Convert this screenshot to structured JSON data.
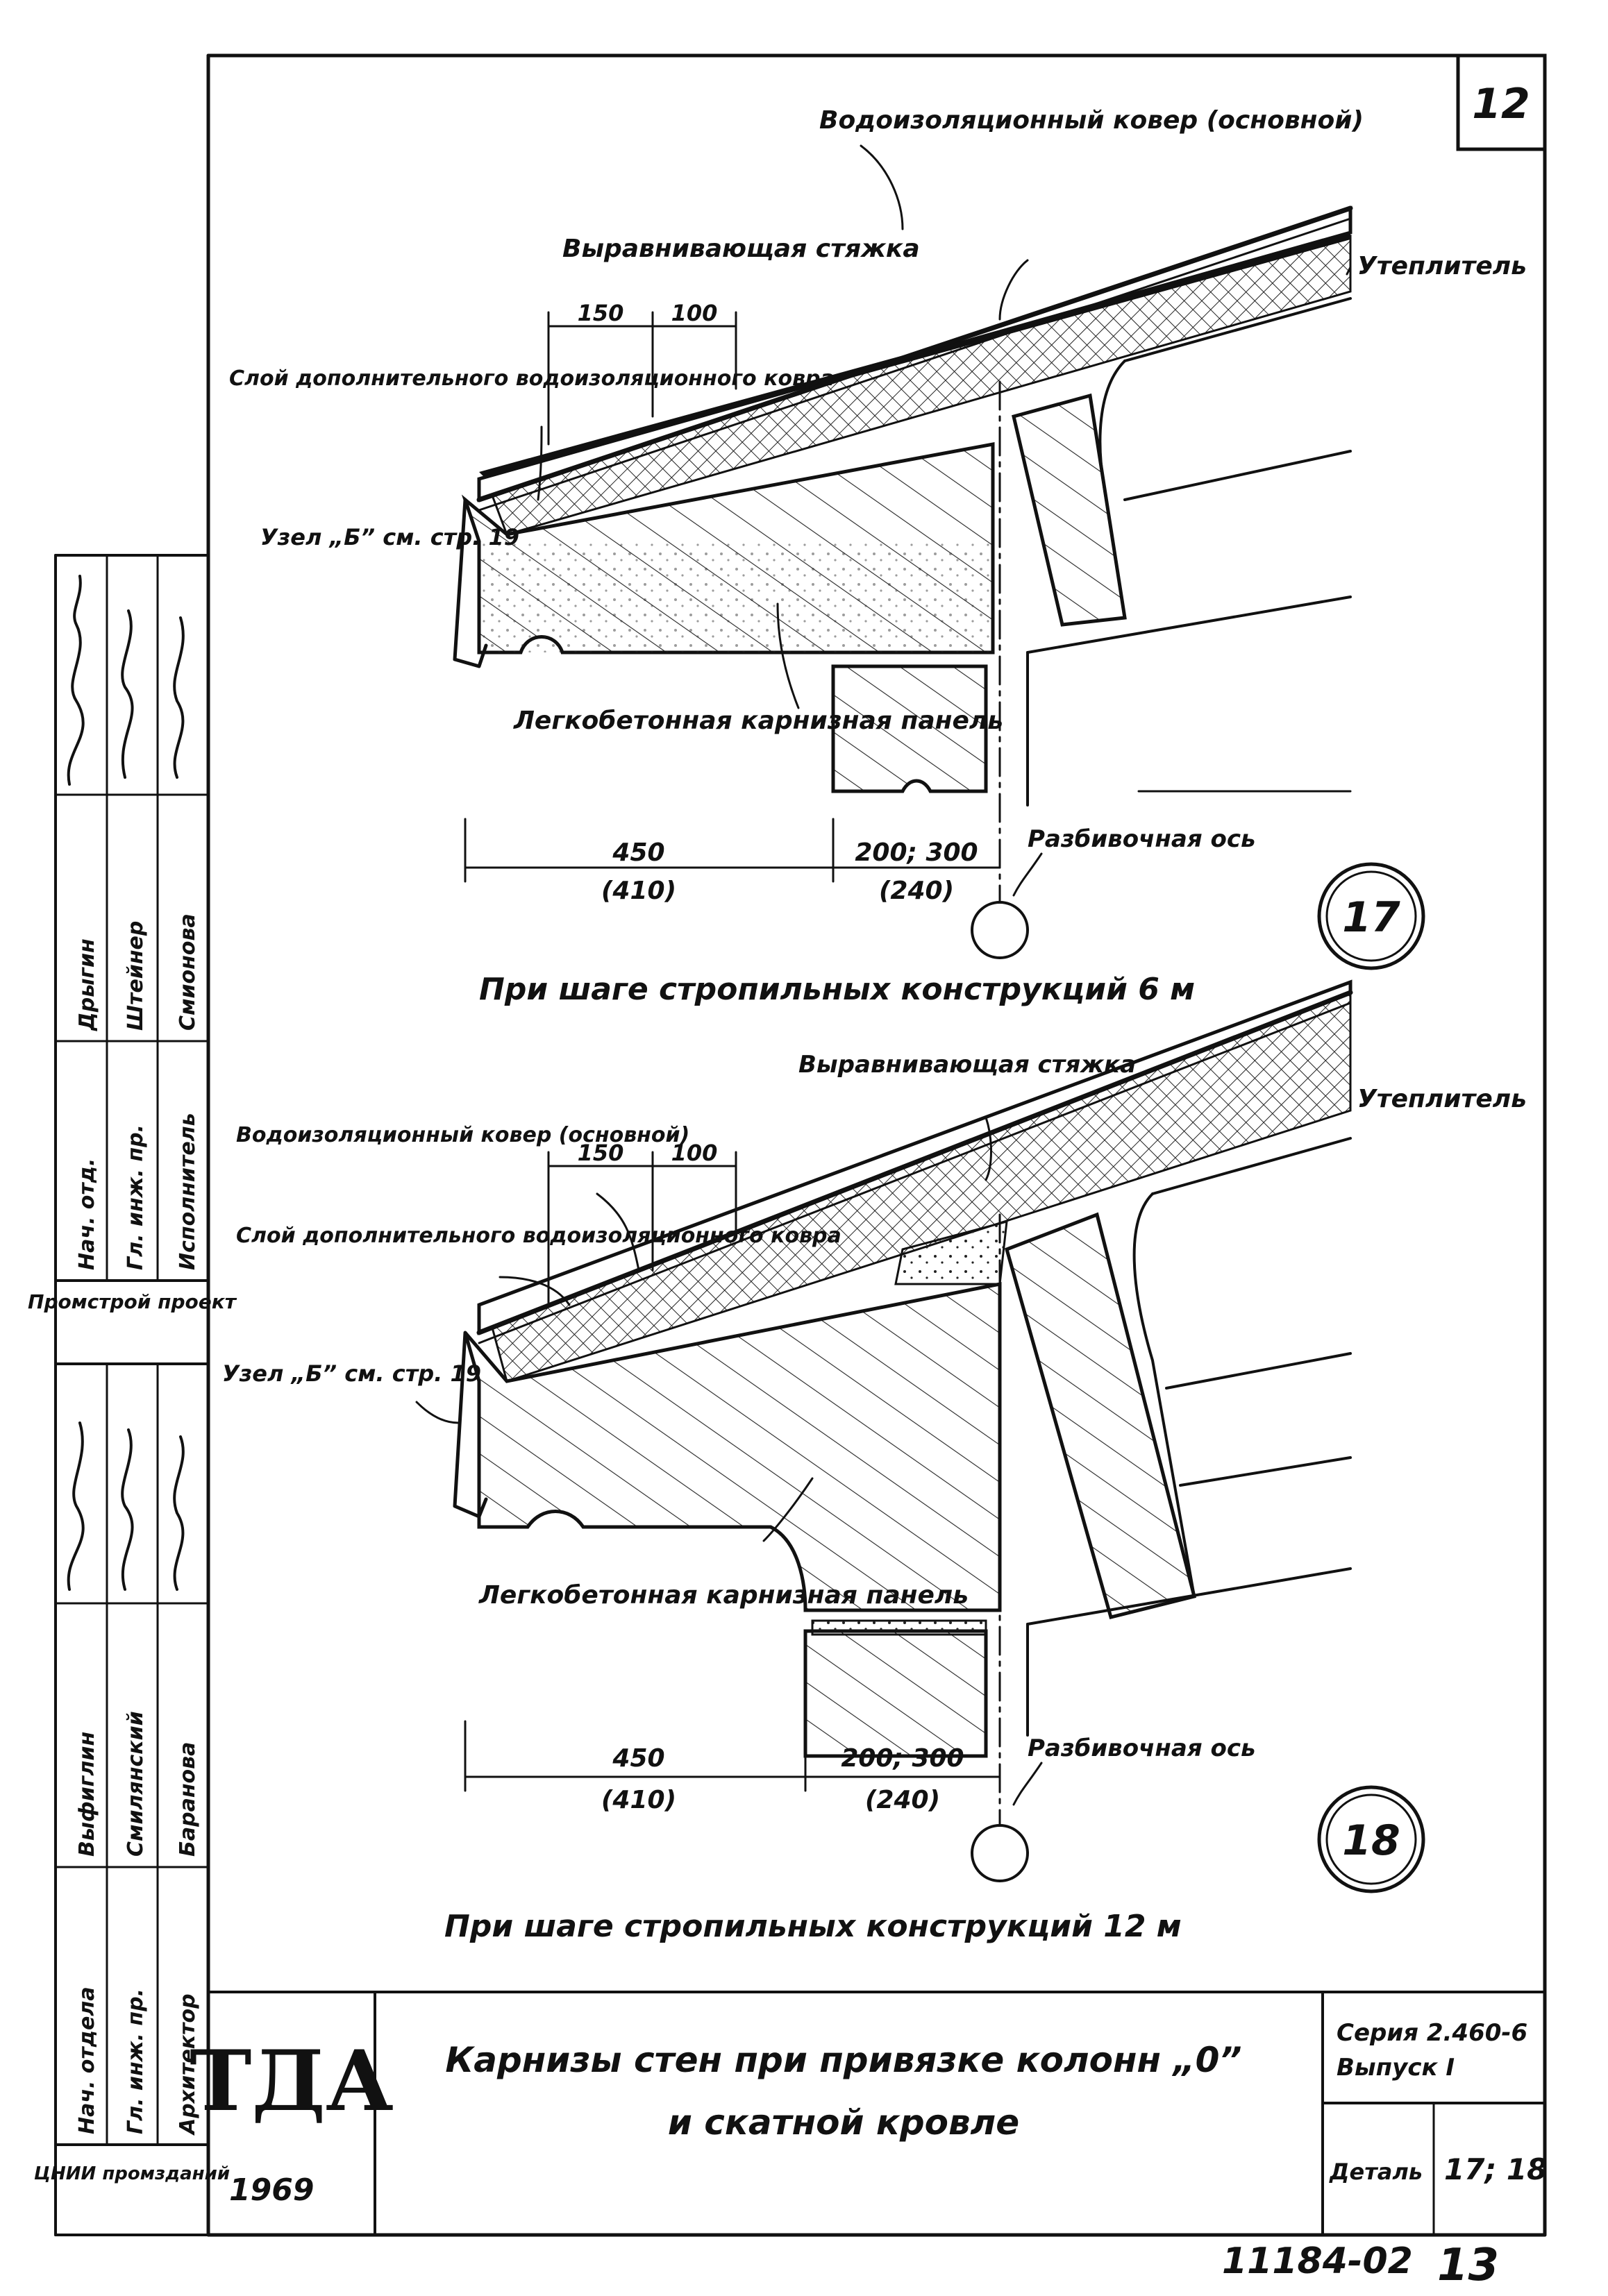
{
  "sheet_number": "12",
  "details": [
    {
      "id": "17",
      "labels": {
        "waterproof_main": "Водоизоляционный ковер (основной)",
        "leveling_screed": "Выравнивающая стяжка",
        "insulation": "Утеплитель",
        "extra_layer": "Слой дополнительного водоизоляционного ковра",
        "node_ref": "Узел „Б” см. стр. 19",
        "panel": "Легкобетонная карнизная панель",
        "grid_axis": "Разбивочная ось"
      },
      "dims": {
        "d150": "150",
        "d100": "100",
        "d450": "450",
        "d410": "(410)",
        "d200_300": "200; 300",
        "d240": "(240)"
      },
      "caption": "При шаге стропильных конструкций 6 м"
    },
    {
      "id": "18",
      "labels": {
        "waterproof_main": "Водоизоляционный ковер (основной)",
        "leveling_screed": "Выравнивающая стяжка",
        "insulation": "Утеплитель",
        "extra_layer": "Слой дополнительного водоизоляционного ковра",
        "node_ref": "Узел „Б” см. стр. 19",
        "panel": "Легкобетонная карнизная панель",
        "grid_axis": "Разбивочная ось"
      },
      "dims": {
        "d150": "150",
        "d100": "100",
        "d450": "450",
        "d410": "(410)",
        "d200_300": "200; 300",
        "d240": "(240)"
      },
      "caption": "При шаге стропильных конструкций 12 м"
    }
  ],
  "side_stamp": {
    "group1": {
      "rows": [
        {
          "role": "Нач. отд.",
          "name": "Дрыгин"
        },
        {
          "role": "Гл. инж. пр.",
          "name": "Штейнер"
        },
        {
          "role": "Исполнитель",
          "name": "Смионова"
        }
      ],
      "org": "Промстрой проект"
    },
    "group2": {
      "rows": [
        {
          "role": "Нач. отдела",
          "name": "Выфиглин"
        },
        {
          "role": "Гл. инж. пр.",
          "name": "Смилянский"
        },
        {
          "role": "Архитектор",
          "name": "Баранова"
        }
      ],
      "org": "ЦНИИ промзданий"
    }
  },
  "title_block": {
    "logo": "ТДА",
    "year": "1969",
    "title_line1": "Карнизы стен при привязке колонн „0”",
    "title_line2": "и скатной кровле",
    "series_label": "Серия 2.460-6",
    "issue_label": "Выпуск I",
    "detail_label": "Деталь",
    "detail_value": "17; 18"
  },
  "doc_code": "11184-02",
  "page_number": "13"
}
